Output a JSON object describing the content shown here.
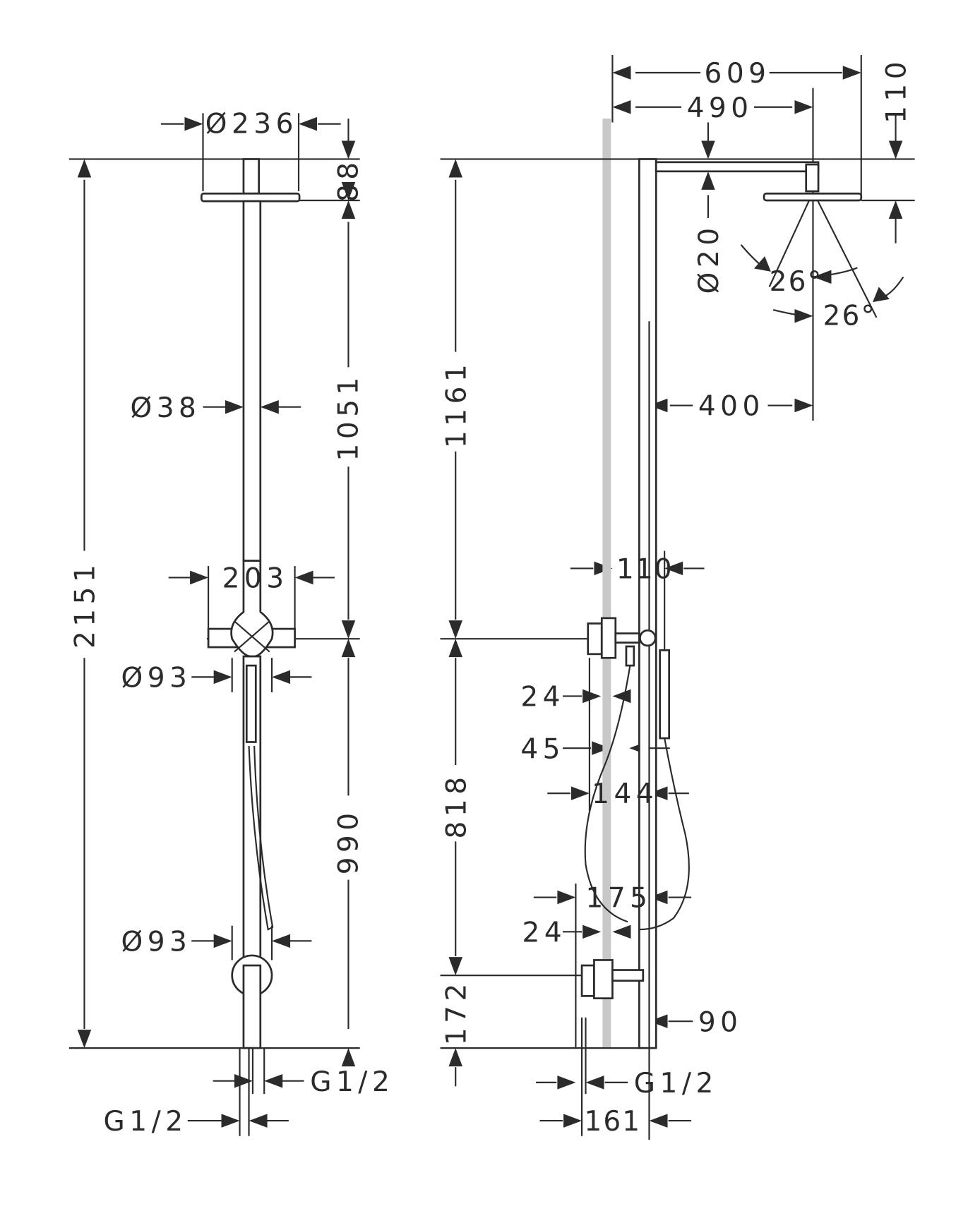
{
  "front_view": {
    "d_head": "Ø236",
    "head_height": "88",
    "total_height": "2151",
    "upper_pipe": "1051",
    "d_pipe": "Ø38",
    "thermostat_width": "203",
    "d_handle_1": "Ø93",
    "lower_section": "990",
    "d_handle_2": "Ø93",
    "connection_1": "G1/2",
    "connection_2": "G1/2"
  },
  "side_view": {
    "total_projection": "609",
    "arm_projection": "490",
    "head_offset": "110",
    "d_arm": "Ø20",
    "spray_angle_1": "26°",
    "spray_angle_2": "26°",
    "upper_height": "1161",
    "arm_to_riser": "400",
    "riser_depth": "110",
    "dim_24_a": "24",
    "dim_45": "45",
    "dim_144": "144",
    "middle_height": "818",
    "dim_175": "175",
    "dim_24_b": "24",
    "bottom_height": "172",
    "dim_90": "90",
    "connection": "G1/2",
    "dim_161": "161"
  }
}
